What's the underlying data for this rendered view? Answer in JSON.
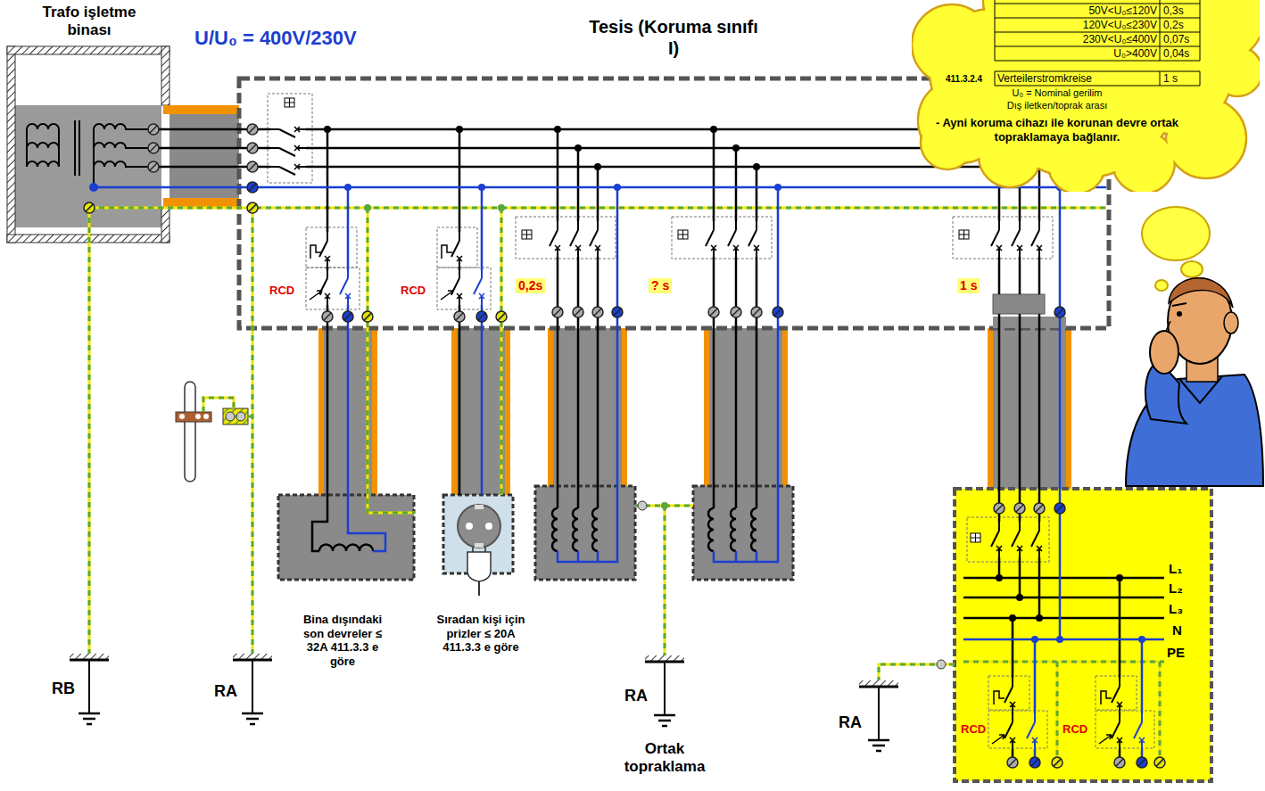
{
  "diagram": {
    "nodes": [
      {
        "text": [
          "Trafo işletme binası"
        ]
      },
      {
        "text": [
          "Tesis (Koruma sınıfı I)"
        ]
      },
      {
        "text": [
          "U₀ = Nominal gerilim",
          "Dış iletken/toprak arası",
          "- Ayni koruma cihazı ile korunan devre ortak topraklamaya bağlanır."
        ]
      },
      {
        "text": [
          "L₁",
          "L₂",
          "L₃",
          "N",
          "PE",
          "RCD",
          "RCD"
        ]
      }
    ],
    "edges": [
      {
        "from": 0,
        "to": 1,
        "arrow": "none"
      },
      {
        "from": 1,
        "to": 3,
        "arrow": "none"
      }
    ],
    "labels": [
      "U/U₀ = 400V/230V",
      "50V<U₀≤120V",
      "0,3s",
      "120V<U₀≤230V",
      "0,2s",
      "230V<U₀≤400V",
      "0,07s",
      "U₀>400V",
      "0,04s",
      "411.3.2.4",
      "Verteilerstromkreise",
      "1 s",
      "RCD",
      "RCD",
      "0,2s",
      "? s",
      "1 s",
      "Bina dışındaki son devreler ≤ 32A 411.3.3 e göre",
      "Sıradan kişi için prizler ≤ 20A 411.3.3 e göre",
      "RB",
      "RA",
      "RA",
      "Ortak topraklama",
      "RA"
    ]
  }
}
